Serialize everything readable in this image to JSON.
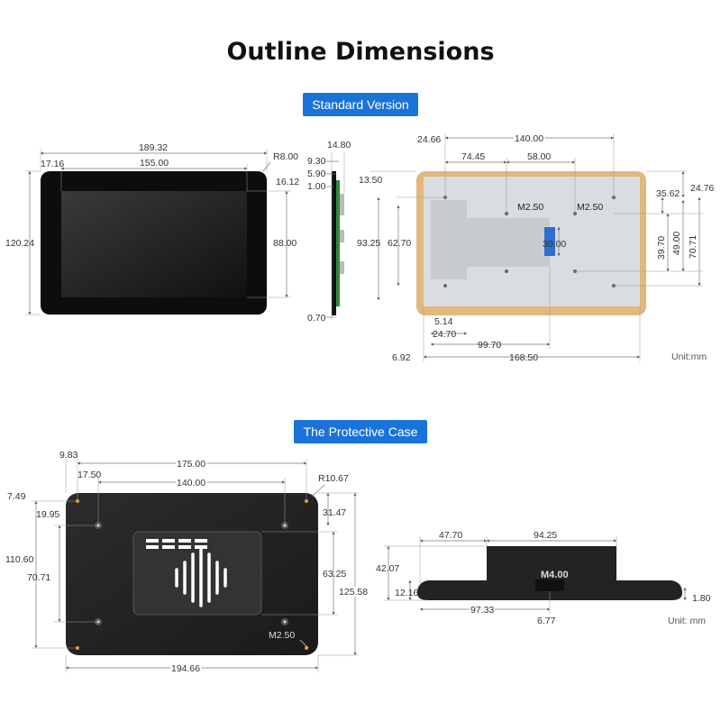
{
  "title": "Outline Dimensions",
  "sections": {
    "standard": "Standard Version",
    "case": "The Protective Case"
  },
  "units": {
    "standard": "Unit:mm",
    "case": "Unit: mm"
  },
  "standard_front": {
    "total_width": "189.32",
    "display_width": "155.00",
    "bezel_left": "17.16",
    "corner_radius": "R8.00",
    "bezel_top": "16.12",
    "total_height": "120.24",
    "display_height": "88.00"
  },
  "standard_side": {
    "depth_total": "14.80",
    "d1": "9.30",
    "d2": "5.90",
    "d3": "1.00",
    "d4": "0.70"
  },
  "standard_back": {
    "offset_left": "24.66",
    "hole_span": "140.00",
    "d74": "74.45",
    "d58": "58.00",
    "top_offset": "13.50",
    "d35": "35.62",
    "d24": "24.76",
    "m25_a": "M2.50",
    "m25_b": "M2.50",
    "d93": "93.25",
    "d62": "62.70",
    "d30": "30.00",
    "d39": "39.70",
    "d49": "49.00",
    "d70": "70.71",
    "d514": "5.14",
    "d2470": "24.70",
    "d692": "6.92",
    "d9970": "99.70",
    "d16850": "168.50"
  },
  "case_back": {
    "d983": "9.83",
    "d175": "175.00",
    "d1750": "17.50",
    "d140": "140.00",
    "r1067": "R10.67",
    "d749": "7.49",
    "d1995": "19.95",
    "d3147": "31.47",
    "d11060": "110.60",
    "d7071": "70.71",
    "d6325": "63.25",
    "d12558": "125.58",
    "m250": "M2.50",
    "d19466": "194.66"
  },
  "case_side": {
    "d4770": "47.70",
    "d9425": "94.25",
    "d4207": "42.07",
    "d1216": "12.16",
    "m400": "M4.00",
    "d180": "1.80",
    "d9733": "97.33",
    "d677": "6.77"
  }
}
